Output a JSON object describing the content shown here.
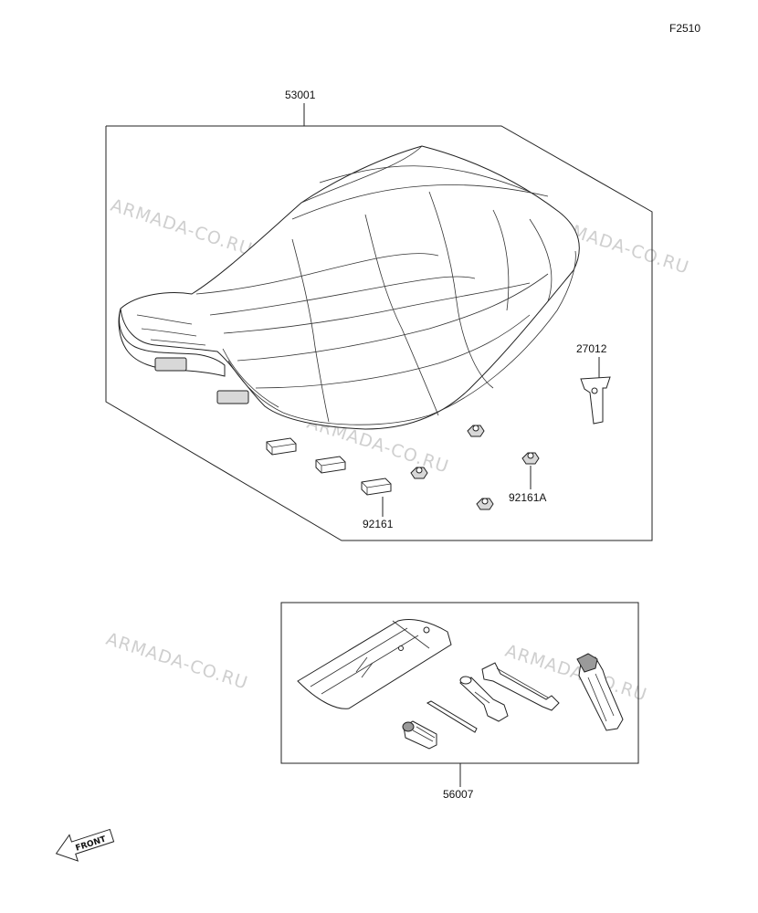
{
  "figure_code": "F2510",
  "watermark": "ARMADA-CO.RU",
  "parts": {
    "seat_assembly": "53001",
    "bracket": "27012",
    "damper": "92161",
    "damper_a": "92161A",
    "tool_kit": "56007"
  },
  "front_arrow_label": "FRONT"
}
